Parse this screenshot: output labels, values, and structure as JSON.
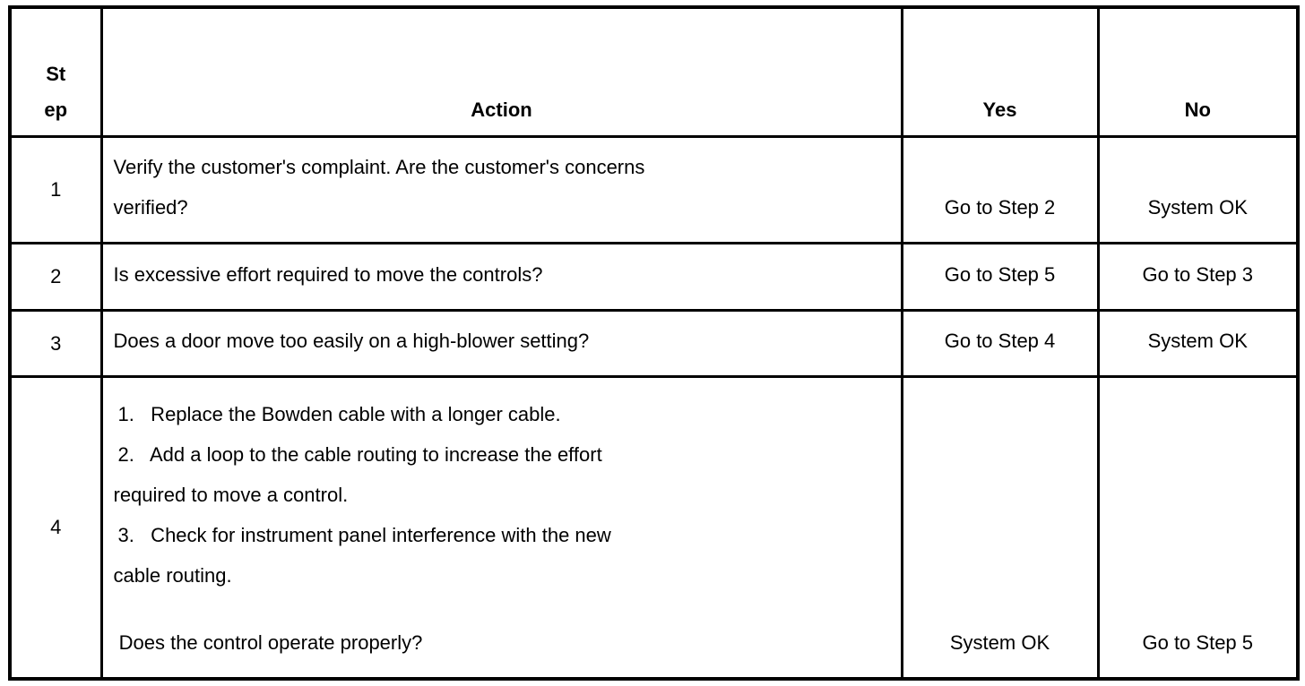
{
  "table": {
    "colors": {
      "border": "#000000",
      "text": "#000000",
      "background": "#ffffff"
    },
    "header": {
      "step_lines": [
        "St",
        "ep"
      ],
      "action": "Action",
      "yes": "Yes",
      "no": "No"
    },
    "rows": [
      {
        "step": "1",
        "action_lines": [
          {
            "kind": "plain",
            "text": "Verify the customer's complaint. Are the customer's concerns"
          },
          {
            "kind": "plain",
            "text": "verified?"
          }
        ],
        "yes": "Go to Step 2",
        "no": "System OK"
      },
      {
        "step": "2",
        "action_lines": [
          {
            "kind": "plain",
            "text": "Is excessive effort required to move the controls?"
          }
        ],
        "yes": "Go to Step 5",
        "no": "Go to Step 3"
      },
      {
        "step": "3",
        "action_lines": [
          {
            "kind": "plain",
            "text": "Does a door move too easily on a high-blower setting?"
          }
        ],
        "yes": "Go to Step 4",
        "no": "System OK"
      },
      {
        "step": "4",
        "action_lines": [
          {
            "kind": "num",
            "text": "1.   Replace the Bowden cable with a longer cable."
          },
          {
            "kind": "num",
            "text": "2.   Add a loop to the cable routing to increase the effort"
          },
          {
            "kind": "plain",
            "text": "required to move a control."
          },
          {
            "kind": "num",
            "text": "3.   Check for instrument panel interference with the new"
          },
          {
            "kind": "plain",
            "text": "cable routing."
          },
          {
            "kind": "blank",
            "text": ""
          },
          {
            "kind": "plain",
            "text": " Does the control operate properly?"
          }
        ],
        "yes": "System OK",
        "no": "Go to Step 5"
      }
    ]
  }
}
